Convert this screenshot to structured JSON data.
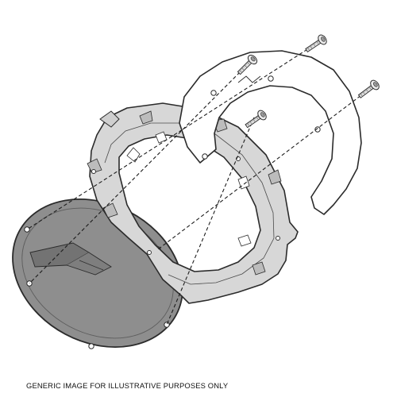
{
  "caption": "GENERIC IMAGE FOR ILLUSTRATIVE PURPOSES ONLY",
  "colors": {
    "background": "#ffffff",
    "outline": "#2b2b2b",
    "cap_plate": "#8e8e8e",
    "cap_plate_dark": "#737373",
    "adapter_ring": "#d7d7d7",
    "flange_plate": "#ffffff",
    "screw": "#dadada",
    "caption_text": "#111111"
  },
  "parts": [
    "fuel-cap-base-plate",
    "adapter-ring",
    "flange-plate",
    "mounting-screw"
  ]
}
